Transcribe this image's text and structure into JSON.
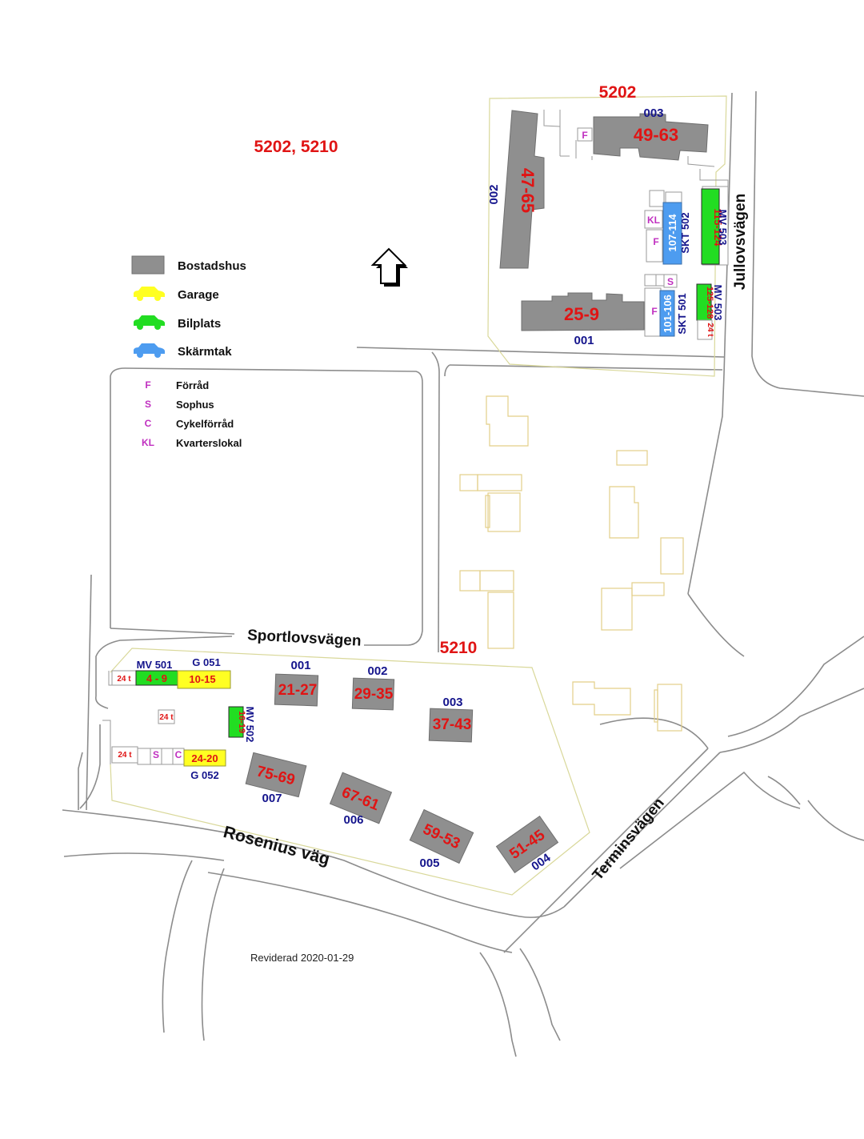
{
  "titles": {
    "main": "5202, 5210",
    "north": "5202",
    "south": "5210"
  },
  "streets": {
    "jullovsvagen": "Jullovsvägen",
    "sportlovsvagen": "Sportlovsvägen",
    "rosenius": "Rosenius väg",
    "terminsvagen": "Terminsvägen"
  },
  "legend": {
    "items": [
      {
        "label": "Bostadshus",
        "color": "#8f8f8f",
        "icon": "square-icon"
      },
      {
        "label": "Garage",
        "color": "#ffff22",
        "icon": "car-icon"
      },
      {
        "label": "Bilplats",
        "color": "#22dd22",
        "icon": "car-icon"
      },
      {
        "label": "Skärmtak",
        "color": "#4d9cf0",
        "icon": "car-icon"
      }
    ],
    "abbreviations": [
      {
        "code": "F",
        "label": "Förråd"
      },
      {
        "code": "S",
        "label": "Sophus"
      },
      {
        "code": "C",
        "label": "Cykelförråd"
      },
      {
        "code": "KL",
        "label": "Kvarterslokal"
      }
    ]
  },
  "north_area": {
    "buildings": {
      "b47_65": "47-65",
      "b49_63": "49-63",
      "b25_9": "25-9"
    },
    "codes": {
      "c001": "001",
      "c002": "002",
      "c003": "003"
    },
    "parking": {
      "skt502_range": "107-114",
      "skt502_label": "SKT 502",
      "skt501_range": "101-106",
      "skt501_label": "SKT 501",
      "mv503_a_range": "115-124",
      "mv503_label": "MV 503",
      "mv503_b_range": "125-128",
      "mv503_b_label": "MV 503",
      "t24": "24 t"
    },
    "markers": {
      "f1": "F",
      "f2": "F",
      "f3": "F",
      "kl": "KL",
      "s": "S"
    }
  },
  "south_area": {
    "buildings": {
      "b21_27": "21-27",
      "b29_35": "29-35",
      "b37_43": "37-43",
      "b75_69": "75-69",
      "b67_61": "67-61",
      "b59_53": "59-53",
      "b51_45": "51-45"
    },
    "codes": {
      "c001": "001",
      "c002": "002",
      "c003": "003",
      "c004": "004",
      "c005": "005",
      "c006": "006",
      "c007": "007"
    },
    "parking": {
      "mv501_label": "MV 501",
      "mv501_range": "4 - 9",
      "g051_label": "G 051",
      "g051_range": "10-15",
      "mv502_label": "MV 502",
      "mv502_range": "16-19",
      "g052_label": "G 052",
      "g052_range": "24-20",
      "t24_a": "24 t",
      "t24_b": "24 t",
      "t24_c": "24 t"
    },
    "markers": {
      "s": "S",
      "c": "C"
    }
  },
  "revision": "Reviderad 2020-01-29"
}
